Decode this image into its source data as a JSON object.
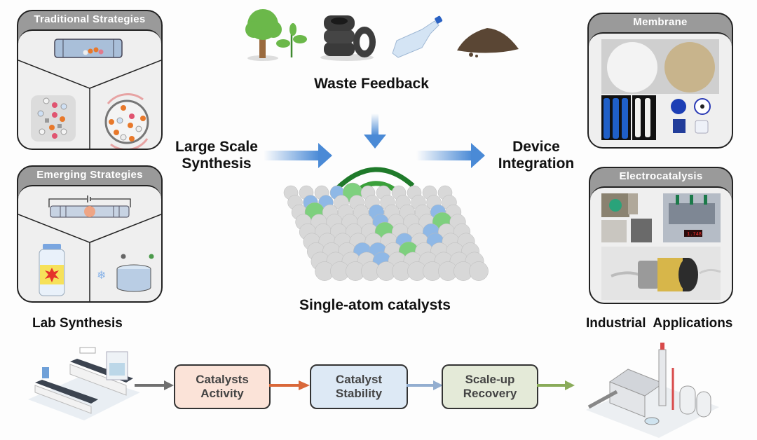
{
  "figure": {
    "center": {
      "title": "Single-atom catalysts",
      "waste_label": "Waste Feedback",
      "waste_items": [
        "tree-and-sprout",
        "tires",
        "plastic-bottle",
        "soil"
      ],
      "left_arrow_label": [
        "Large Scale",
        "Synthesis"
      ],
      "right_arrow_label": [
        "Device",
        "Integration"
      ]
    },
    "left_panels": [
      {
        "title": "Traditional  Strategies",
        "items": [
          "tube-furnace",
          "solution-container",
          "ball-mill"
        ]
      },
      {
        "title": "Emerging  Strategies",
        "items": [
          "electric-heating-tube",
          "reaction-bottle",
          "freeze-dry-dish"
        ]
      }
    ],
    "right_panels": [
      {
        "title": "Membrane",
        "items": [
          "white-membrane-disc",
          "tan-membrane-disc",
          "membrane-modules",
          "membrane-cells"
        ]
      },
      {
        "title": "Electrocatalysis",
        "items": [
          "electrolyzer-cell",
          "flow-cell-setup",
          "fuel-cell-cylinder"
        ]
      }
    ],
    "side_labels": {
      "left": "Lab Synthesis",
      "right": "Industrial  Applications"
    },
    "flow": {
      "steps": [
        {
          "line1": "Catalysts",
          "line2": "Activity",
          "fill": "#fbe3d8"
        },
        {
          "line1": "Catalyst",
          "line2": "Stability",
          "fill": "#dde9f5"
        },
        {
          "line1": "Scale-up",
          "line2": "Recovery",
          "fill": "#e4ead8"
        }
      ],
      "arrow_colors": [
        "#707070",
        "#d9683a",
        "#93aed0",
        "#8aab5a"
      ],
      "start_icon": "laboratory-icon",
      "end_icon": "factory-icon"
    },
    "colors": {
      "panel_header": "#9a9a9a",
      "arrow_blue": "#4a8ad6",
      "signal_green": "#2e8b2e",
      "atom_green": "#7ed07e",
      "atom_blue": "#8fb8e6",
      "atom_grey": "#d8d8d8"
    }
  }
}
